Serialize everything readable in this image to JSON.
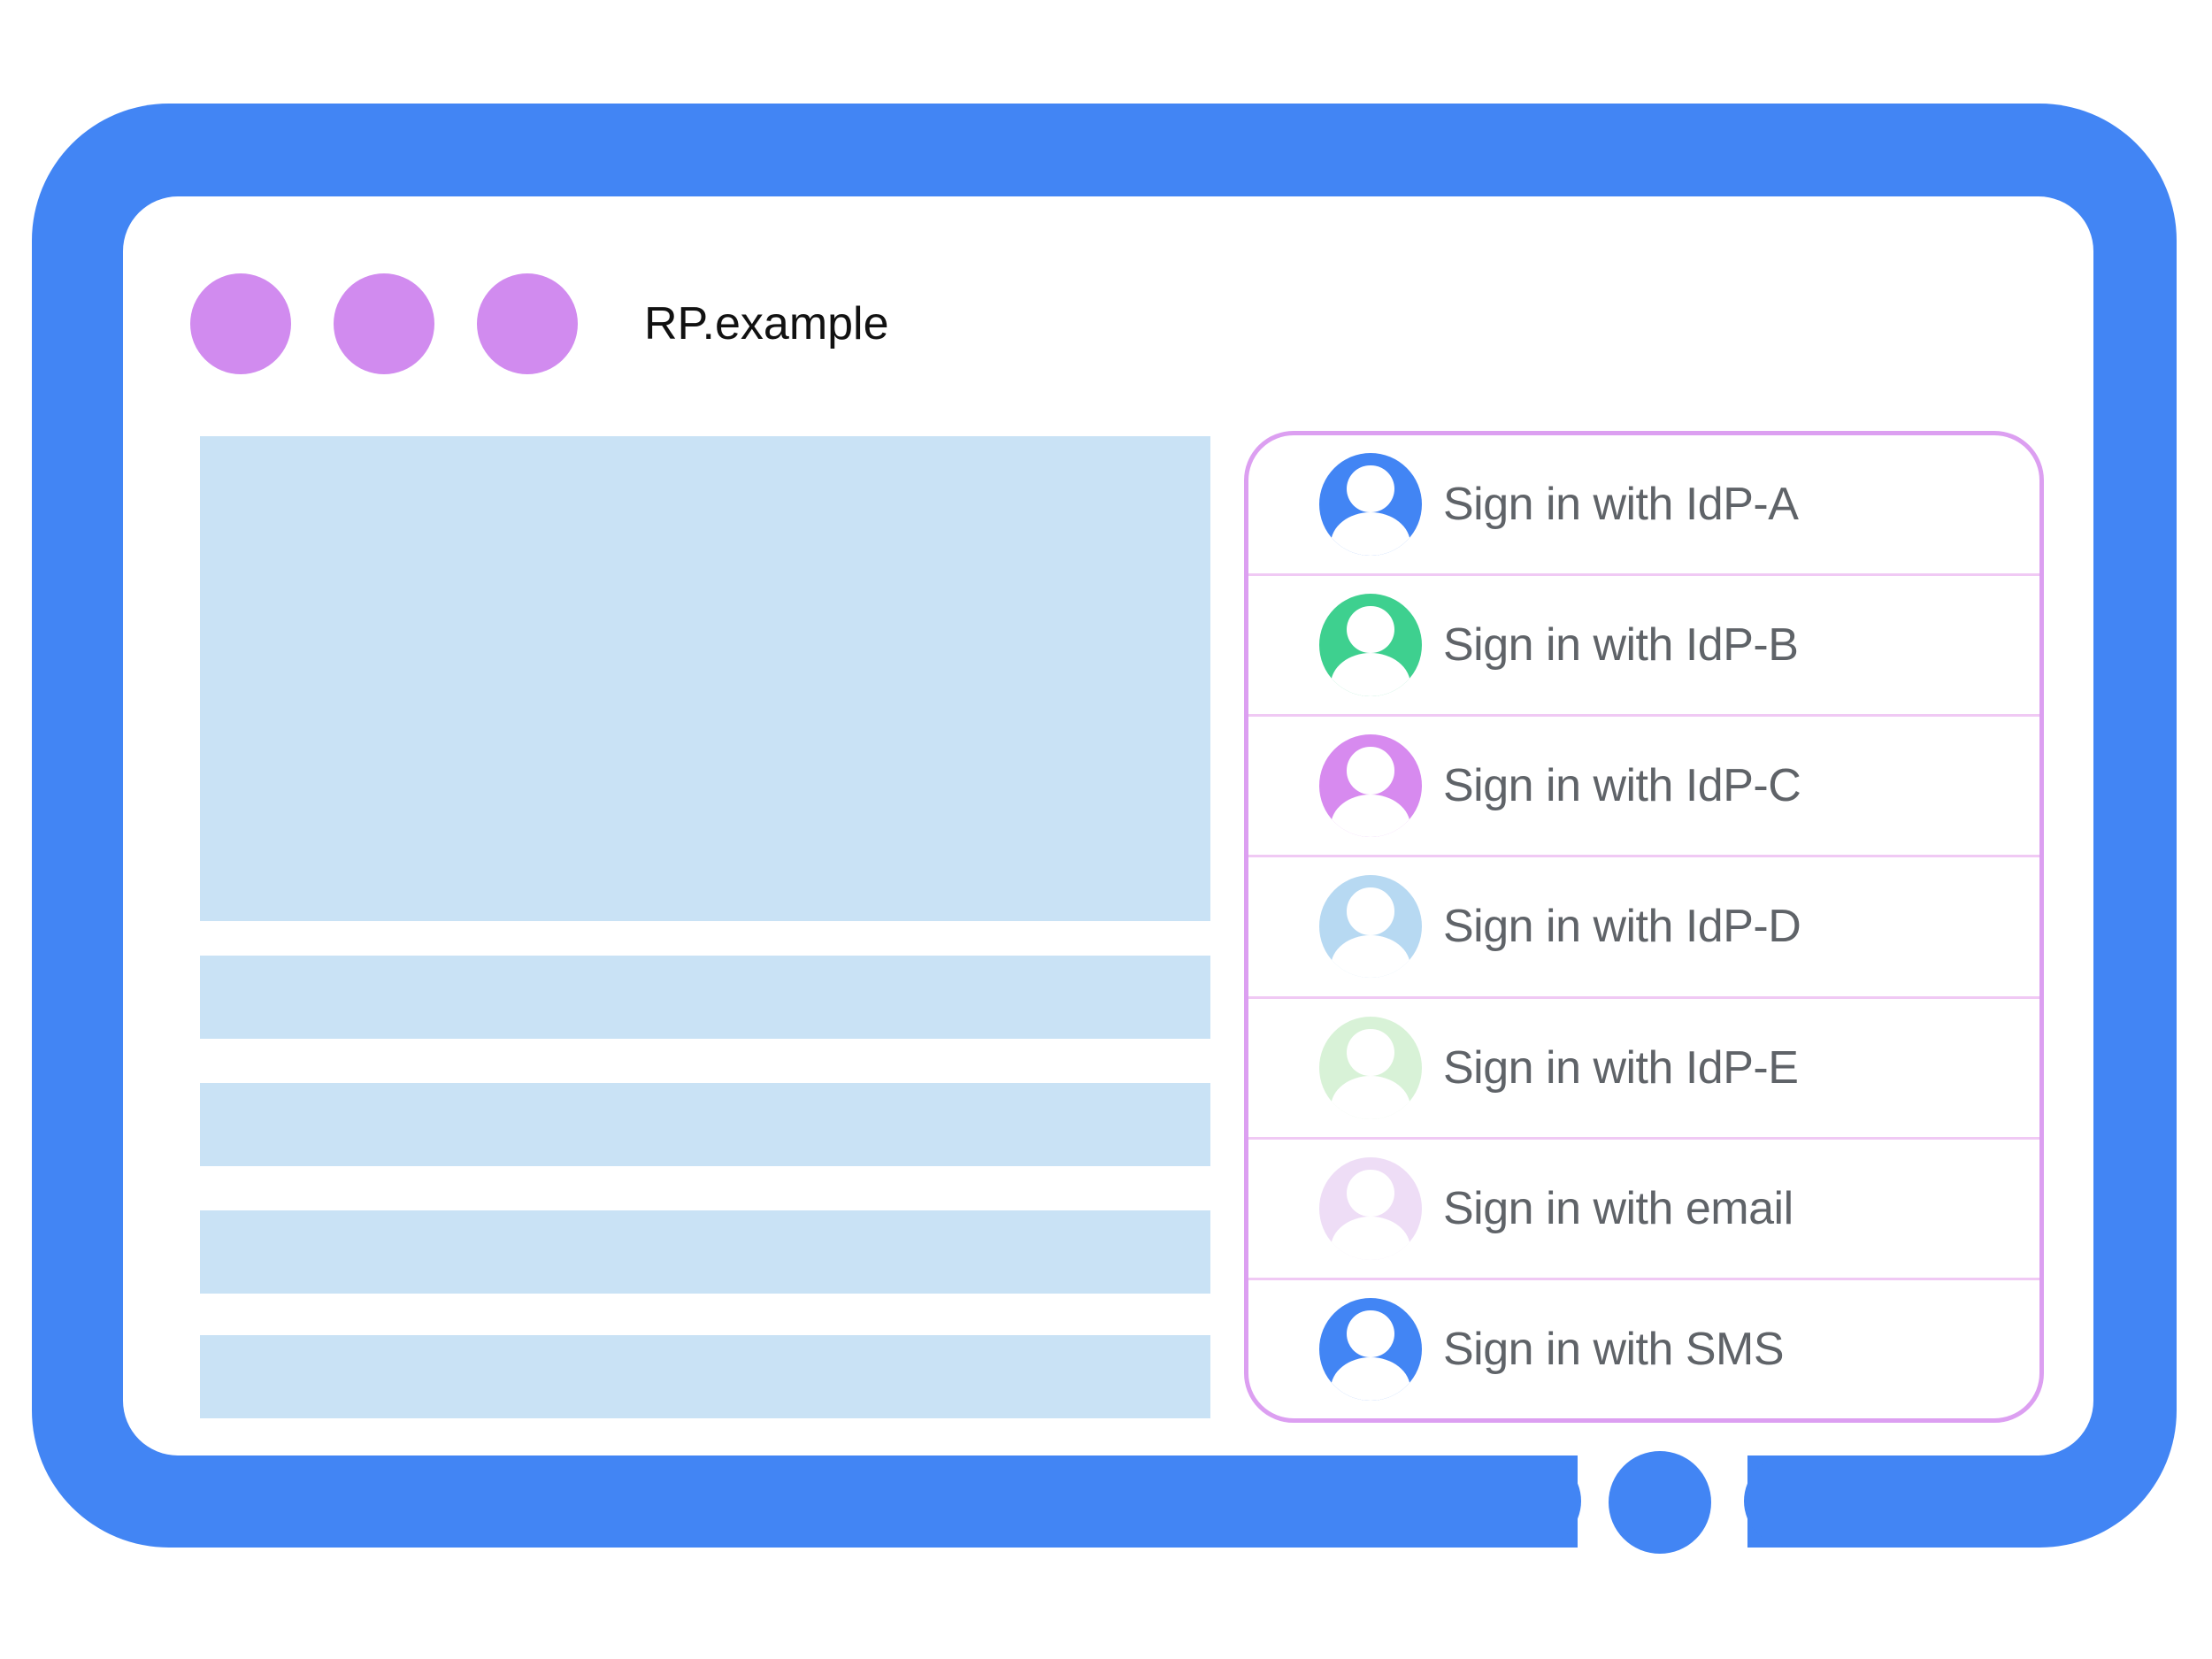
{
  "window": {
    "title": "RP.example"
  },
  "theme": {
    "bezel_blue": "#4285f4",
    "window_dot_purple": "#d18bef",
    "placeholder_blue": "#c9e2f5",
    "panel_border_pink": "#dc9ff1",
    "panel_separator_pink": "#f0c9f4",
    "label_gray": "#5f6368",
    "title_black": "#111111"
  },
  "signin_panel": {
    "rows": [
      {
        "label": "Sign in with IdP-A",
        "icon": "person-icon",
        "avatar_color": "#4285f4"
      },
      {
        "label": "Sign in with IdP-B",
        "icon": "person-icon",
        "avatar_color": "#3ed08f"
      },
      {
        "label": "Sign in with IdP-C",
        "icon": "person-icon",
        "avatar_color": "#d78aef"
      },
      {
        "label": "Sign in with IdP-D",
        "icon": "person-icon",
        "avatar_color": "#b7d9f2"
      },
      {
        "label": "Sign in with IdP-E",
        "icon": "person-icon",
        "avatar_color": "#d8f2d7"
      },
      {
        "label": "Sign in with email",
        "icon": "person-icon",
        "avatar_color": "#eeddf6"
      },
      {
        "label": "Sign in with SMS",
        "icon": "person-icon",
        "avatar_color": "#4285f4"
      }
    ]
  }
}
